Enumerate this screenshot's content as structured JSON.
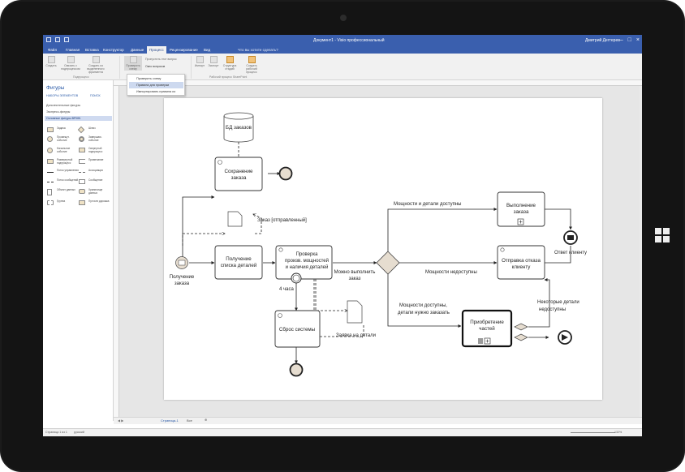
{
  "titlebar": {
    "document": "Документ1 - Visio профессиональный",
    "user": "Дмитрий Дегтерев"
  },
  "tabs": [
    "Файл",
    "Главная",
    "Вставка",
    "Конструктор",
    "Данные",
    "Процесс",
    "Рецензирование",
    "Вид"
  ],
  "active_tab": "Процесс",
  "tellme": "Что вы хотите сделать?",
  "ribbon": {
    "buttons": [
      "Создать",
      "Связать с подпроцессом",
      "Создать из выделенного фрагмента",
      "Проверить схему",
      "Импорт",
      "Экспорт",
      "Структура стадий",
      "Создать рабочий процесс"
    ],
    "check_menu": [
      "Пропустить этот вопрос",
      "Окно вопросов"
    ],
    "groups": [
      "Подпроцесс",
      "Рабочий процесс SharePoint"
    ],
    "dropdown": [
      "Проверить схему",
      "Правила для проверки",
      "Импортировать правила из"
    ]
  },
  "shapes_pane": {
    "title": "Фигуры",
    "subtabs": [
      "НАБОРЫ ЭЛЕМЕНТОВ",
      "ПОИСК"
    ],
    "stencils": [
      "Дополнительные фигуры",
      "Экспресс-фигуры",
      "Основные фигуры BPMN"
    ],
    "items": [
      "Задача",
      "Шлюз",
      "Промежут. событие",
      "Завершаю. событие",
      "Начальное событие",
      "Свернутый подпроцесс",
      "Развернутый подпроцесс",
      "Примечание",
      "Поток управления",
      "Ассоциация",
      "Поток сообщений",
      "Сообщение",
      "Объект данных",
      "Хранилище данных",
      "Группа",
      "Пул или дорожка"
    ]
  },
  "sheet": {
    "tab": "Страница-1",
    "all": "Все"
  },
  "status": {
    "page": "Страница 1 из 1",
    "lang": "русский",
    "zoom": "132%"
  },
  "diagram": {
    "db": "БД заказов",
    "save": [
      "Сохранение",
      "заказа"
    ],
    "sent": "Заказ [отправленный]",
    "receipt": [
      "Получение",
      "заказа"
    ],
    "getlist": [
      "Получение",
      "списка деталей"
    ],
    "check": [
      "Проверка",
      "произв. мощностей",
      "и наличия деталей"
    ],
    "can": [
      "Можно выполнить",
      "заказ"
    ],
    "timer": "4 часа",
    "reset": "Сброс системы",
    "request": "Заявка на детали",
    "avail": "Мощности и детали доступны",
    "unavail": "Мощности недоступны",
    "needbuy": [
      "Мощности доступны,",
      "детали нужно заказать"
    ],
    "exec": [
      "Выполнение",
      "заказа"
    ],
    "reject": [
      "Отправка отказа",
      "клиенту"
    ],
    "buy": [
      "Приобретение",
      "частей"
    ],
    "some": [
      "Некоторые детали",
      "недоступны"
    ],
    "reply": "Ответ клиенту"
  }
}
